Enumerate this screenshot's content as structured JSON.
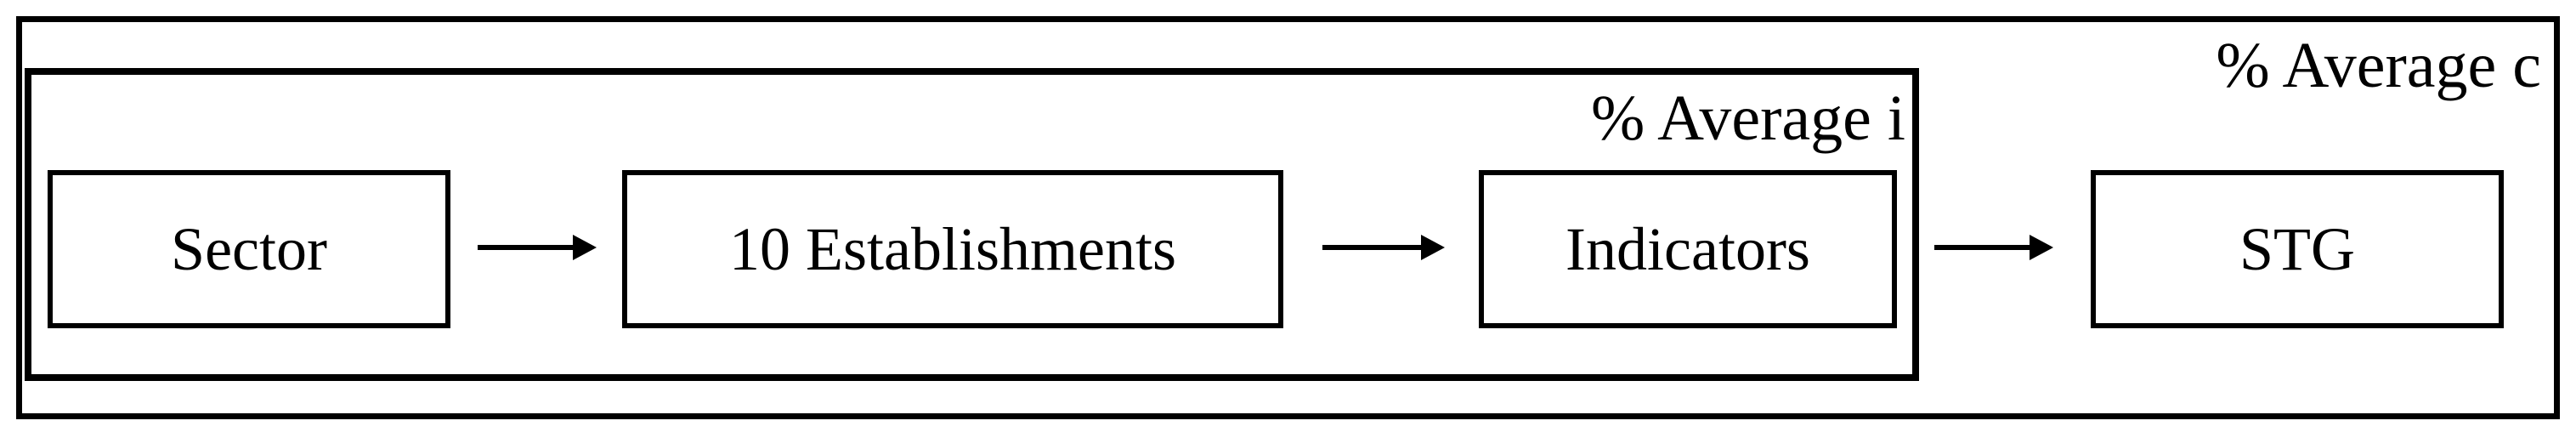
{
  "figure": {
    "outer_label": "% Average c",
    "inner_label": "% Average i",
    "nodes": [
      {
        "id": "sector",
        "label": "Sector"
      },
      {
        "id": "establishments",
        "label": "10 Establishments"
      },
      {
        "id": "indicators",
        "label": "Indicators"
      },
      {
        "id": "stg",
        "label": "STG"
      }
    ],
    "flow": [
      "sector -> establishments",
      "establishments -> indicators",
      "indicators -> stg"
    ],
    "colors": {
      "line": "#000000",
      "text": "#000000",
      "background": "#ffffff"
    }
  }
}
